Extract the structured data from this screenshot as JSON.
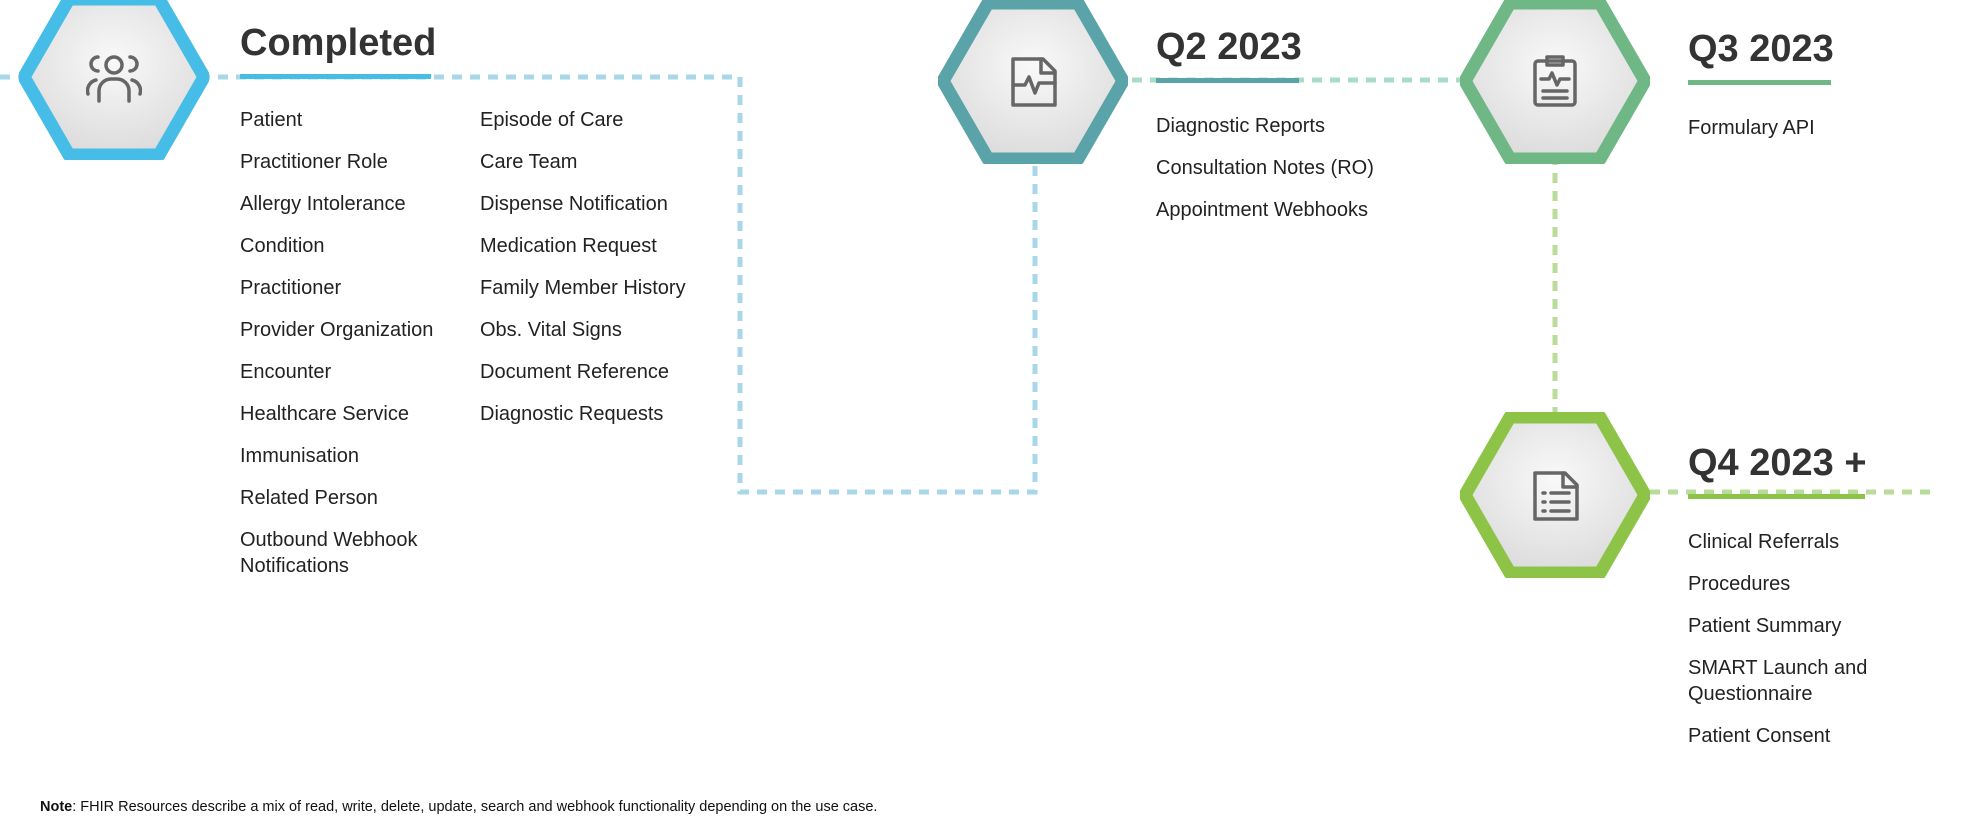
{
  "colors": {
    "completed": "#45bde6",
    "q2": "#5aa3a8",
    "q3": "#6fb785",
    "q4": "#8dc448",
    "connector_blue": "#a9d7ea",
    "connector_teal": "#a8dcc6",
    "connector_green": "#b9dc9a",
    "hex_fill_light": "#f7f7f7",
    "hex_fill_dark": "#dedede",
    "icon_gray": "#666666"
  },
  "stages": {
    "completed": {
      "icon": "users-icon",
      "title": "Completed",
      "items_col1": [
        "Patient",
        "Practitioner Role",
        "Allergy Intolerance",
        "Condition",
        "Practitioner",
        "Provider Organization",
        "Encounter",
        "Healthcare Service",
        "Immunisation",
        "Related Person",
        "Outbound Webhook Notifications"
      ],
      "items_col2": [
        "Episode of Care",
        "Care Team",
        "Dispense Notification",
        "Medication Request",
        "Family Member History",
        "Obs. Vital Signs",
        "Document Reference",
        "Diagnostic Requests"
      ]
    },
    "q2": {
      "icon": "document-pulse-icon",
      "title": "Q2 2023",
      "items": [
        "Diagnostic Reports",
        "Consultation Notes (RO)",
        "Appointment Webhooks"
      ]
    },
    "q3": {
      "icon": "clipboard-pulse-icon",
      "title": "Q3 2023",
      "items": [
        "Formulary API"
      ]
    },
    "q4": {
      "icon": "document-list-icon",
      "title": "Q4 2023 +",
      "items": [
        "Clinical Referrals",
        "Procedures",
        "Patient Summary",
        "SMART Launch and Questionnaire",
        "Patient Consent"
      ]
    }
  },
  "note": {
    "label": "Note",
    "text": ": FHIR Resources describe a mix of read, write, delete, update, search and webhook functionality depending on the use case."
  }
}
